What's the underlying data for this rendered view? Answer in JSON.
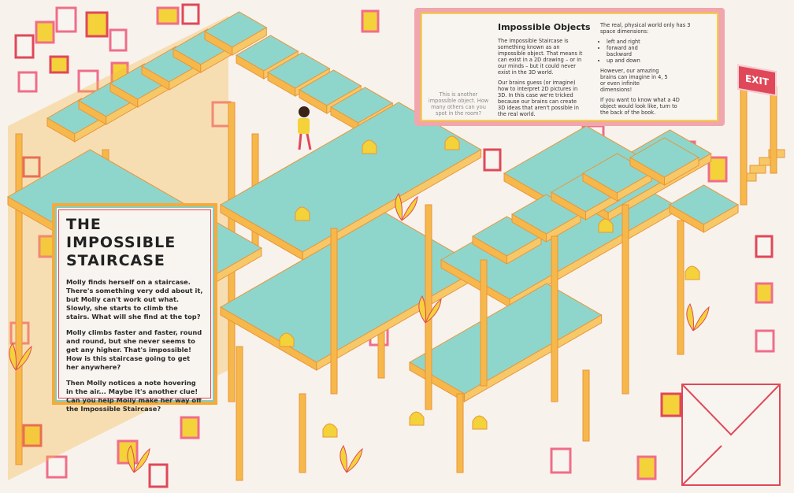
{
  "story": {
    "title": "THE IMPOSSIBLE STAIRCASE",
    "paragraphs": [
      "Molly finds herself on a staircase. There's something very odd about it, but Molly can't work out what. Slowly, she starts to climb the stairs. What will she find at the top?",
      "Molly climbs faster and faster, round and round, but she never seems to get any higher. That's impossible! How is this staircase going to get her anywhere?",
      "Then Molly notices a note hovering in the air... Maybe it's another clue! Can you help Molly make her way off the Impossible Staircase?"
    ]
  },
  "info": {
    "title": "Impossible Objects",
    "caption": "This is another impossible object. How many others can you spot in the room?",
    "col1": [
      "The Impossible Staircase is something known as an impossible object. That means it can exist in a 2D drawing – or in our minds – but it could never exist in the 3D world.",
      "Our brains guess (or imagine) how to interpret 2D pictures in 3D. In this case we're tricked because our brains can create 3D ideas that aren't possible in the real world."
    ],
    "col2_intro": "The real, physical world only has 3 space dimensions:",
    "dimensions": [
      "left and right",
      "forward and backward",
      "up and down"
    ],
    "col2_more": [
      "However, our amazing brains can imagine in 4, 5 or even infinite dimensions!",
      "If you want to know what a 4D object would look like, turn to the back of the book."
    ]
  },
  "exit_sign": "EXIT",
  "colors": {
    "floor": "#8ed6cc",
    "pillar": "#f6b84a",
    "frame": "#f06d8a",
    "background": "#f8f2ec",
    "accent": "#e04859"
  }
}
